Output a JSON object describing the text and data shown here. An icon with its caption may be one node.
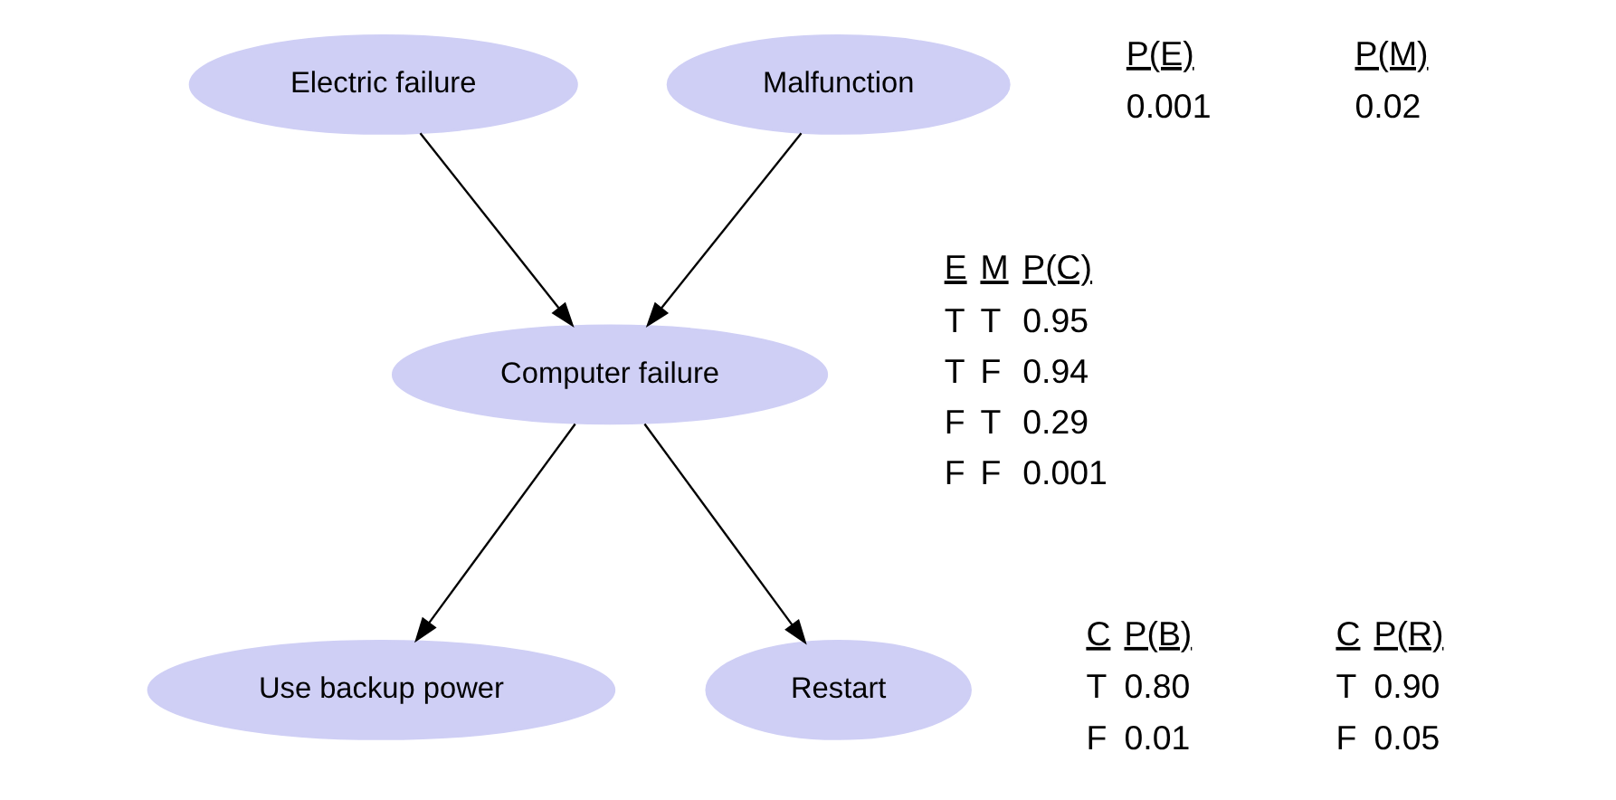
{
  "diagram": {
    "nodes": [
      {
        "text": [
          "Electric failure"
        ],
        "beside": [
          "P(E)",
          "0.001"
        ]
      },
      {
        "text": [
          "Malfunction"
        ],
        "beside": [
          "P(M)",
          "0.02"
        ]
      },
      {
        "text": [
          "Computer failure"
        ],
        "beside": [
          "E",
          "M",
          "P(C)",
          "T",
          "T",
          "0.95",
          "T",
          "F",
          "0.94",
          "F",
          "T",
          "0.29",
          "F",
          "F",
          "0.001"
        ]
      },
      {
        "text": [
          "Use backup power"
        ],
        "beside": [
          "C",
          "P(B)",
          "T",
          "0.80",
          "F",
          "0.01"
        ]
      },
      {
        "text": [
          "Restart"
        ],
        "beside": [
          "C",
          "P(R)",
          "T",
          "0.90",
          "F",
          "0.05"
        ]
      }
    ],
    "edges": [
      {
        "from": 0,
        "to": 2,
        "arrow": "to"
      },
      {
        "from": 1,
        "to": 2,
        "arrow": "to"
      },
      {
        "from": 2,
        "to": 3,
        "arrow": "to"
      },
      {
        "from": 2,
        "to": 4,
        "arrow": "to"
      }
    ]
  }
}
